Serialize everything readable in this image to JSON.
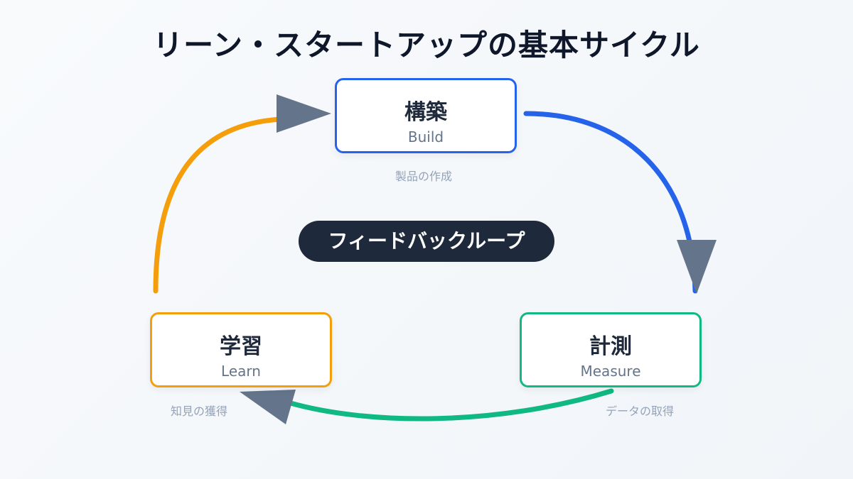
{
  "title": "リーン・スタートアップの基本サイクル",
  "nodes": {
    "build": {
      "name": "構築",
      "english": "Build",
      "caption": "製品の作成"
    },
    "measure": {
      "name": "計測",
      "english": "Measure",
      "caption": "データの取得"
    },
    "learn": {
      "name": "学習",
      "english": "Learn",
      "caption": "知見の獲得"
    }
  },
  "center_label": "フィードバックループ",
  "colors": {
    "build": "#2563eb",
    "measure": "#10b981",
    "learn": "#f59e0b",
    "arrowhead": "#64748b",
    "title": "#0f172a",
    "pill": "#1e293b"
  }
}
